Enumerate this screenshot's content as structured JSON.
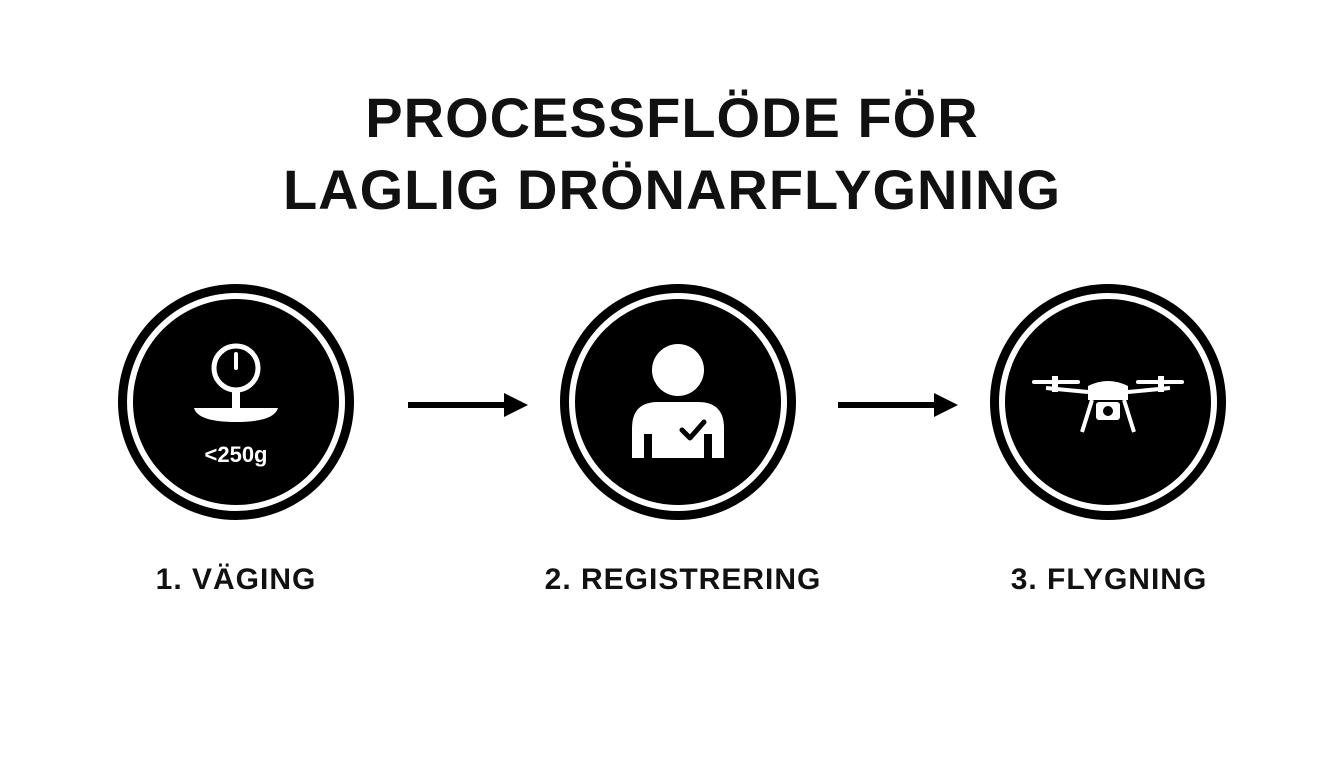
{
  "title": {
    "line1": "PROCESSFLÖDE FÖR",
    "line2": "LAGLIG DRÖNARFLYGNING"
  },
  "steps": [
    {
      "label": "1. VÄGING",
      "icon": "scale-icon",
      "icon_text": "<250g"
    },
    {
      "label": "2. REGISTRERING",
      "icon": "person-check-icon"
    },
    {
      "label": "3. FLYGNING",
      "icon": "drone-icon"
    }
  ],
  "colors": {
    "background": "#ffffff",
    "circle": "#000000",
    "icon": "#ffffff",
    "text": "#111111"
  }
}
